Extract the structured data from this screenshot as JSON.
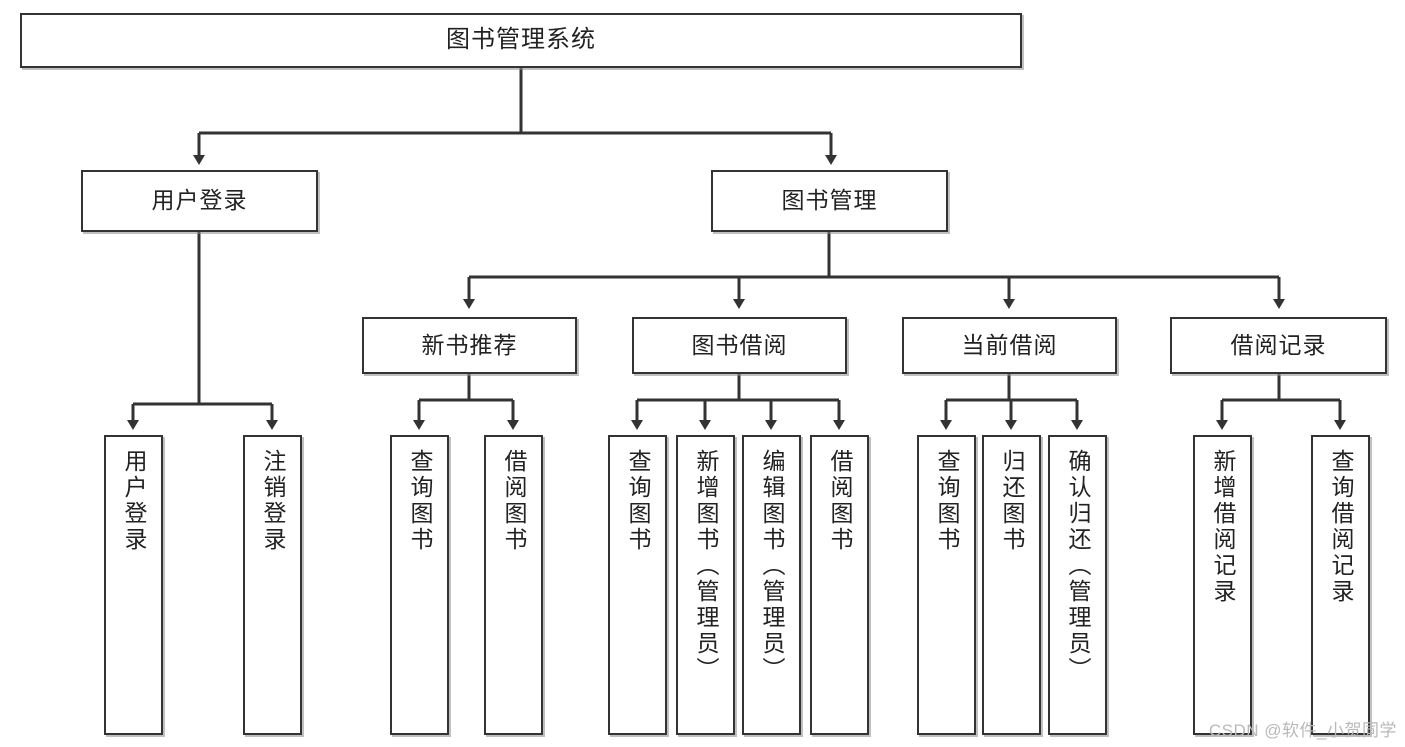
{
  "diagram": {
    "type": "tree",
    "title": "图书管理系统",
    "watermark": "CSDN @软件_小贺同学",
    "colors": {
      "box_border": "#333333",
      "box_fill": "#ffffff",
      "edge": "#333333",
      "text": "#222222",
      "watermark": "#b9b9b9"
    },
    "nodes": {
      "root": {
        "label": "图书管理系统"
      },
      "level2": [
        {
          "id": "user-login",
          "label": "用户登录"
        },
        {
          "id": "book-manage",
          "label": "图书管理"
        }
      ],
      "level3": [
        {
          "id": "new-book-recommend",
          "label": "新书推荐"
        },
        {
          "id": "book-borrow",
          "label": "图书借阅"
        },
        {
          "id": "current-borrow",
          "label": "当前借阅"
        },
        {
          "id": "borrow-record",
          "label": "借阅记录"
        }
      ],
      "leaves": {
        "user-login": [
          {
            "id": "leaf-user-login",
            "label": "用户登录"
          },
          {
            "id": "leaf-logout-login",
            "label": "注销登录"
          }
        ],
        "new-book-recommend": [
          {
            "id": "leaf-query-book-1",
            "label": "查询图书"
          },
          {
            "id": "leaf-borrow-book-1",
            "label": "借阅图书"
          }
        ],
        "book-borrow": [
          {
            "id": "leaf-query-book-2",
            "label": "查询图书"
          },
          {
            "id": "leaf-add-book",
            "label": "新增图书（管理员）"
          },
          {
            "id": "leaf-edit-book",
            "label": "编辑图书（管理员）"
          },
          {
            "id": "leaf-borrow-book-2",
            "label": "借阅图书"
          }
        ],
        "current-borrow": [
          {
            "id": "leaf-query-book-3",
            "label": "查询图书"
          },
          {
            "id": "leaf-return-book",
            "label": "归还图书"
          },
          {
            "id": "leaf-confirm-return",
            "label": "确认归还（管理员）"
          }
        ],
        "borrow-record": [
          {
            "id": "leaf-add-borrow-record",
            "label": "新增借阅记录"
          },
          {
            "id": "leaf-query-borrow-record",
            "label": "查询借阅记录"
          }
        ]
      }
    }
  }
}
